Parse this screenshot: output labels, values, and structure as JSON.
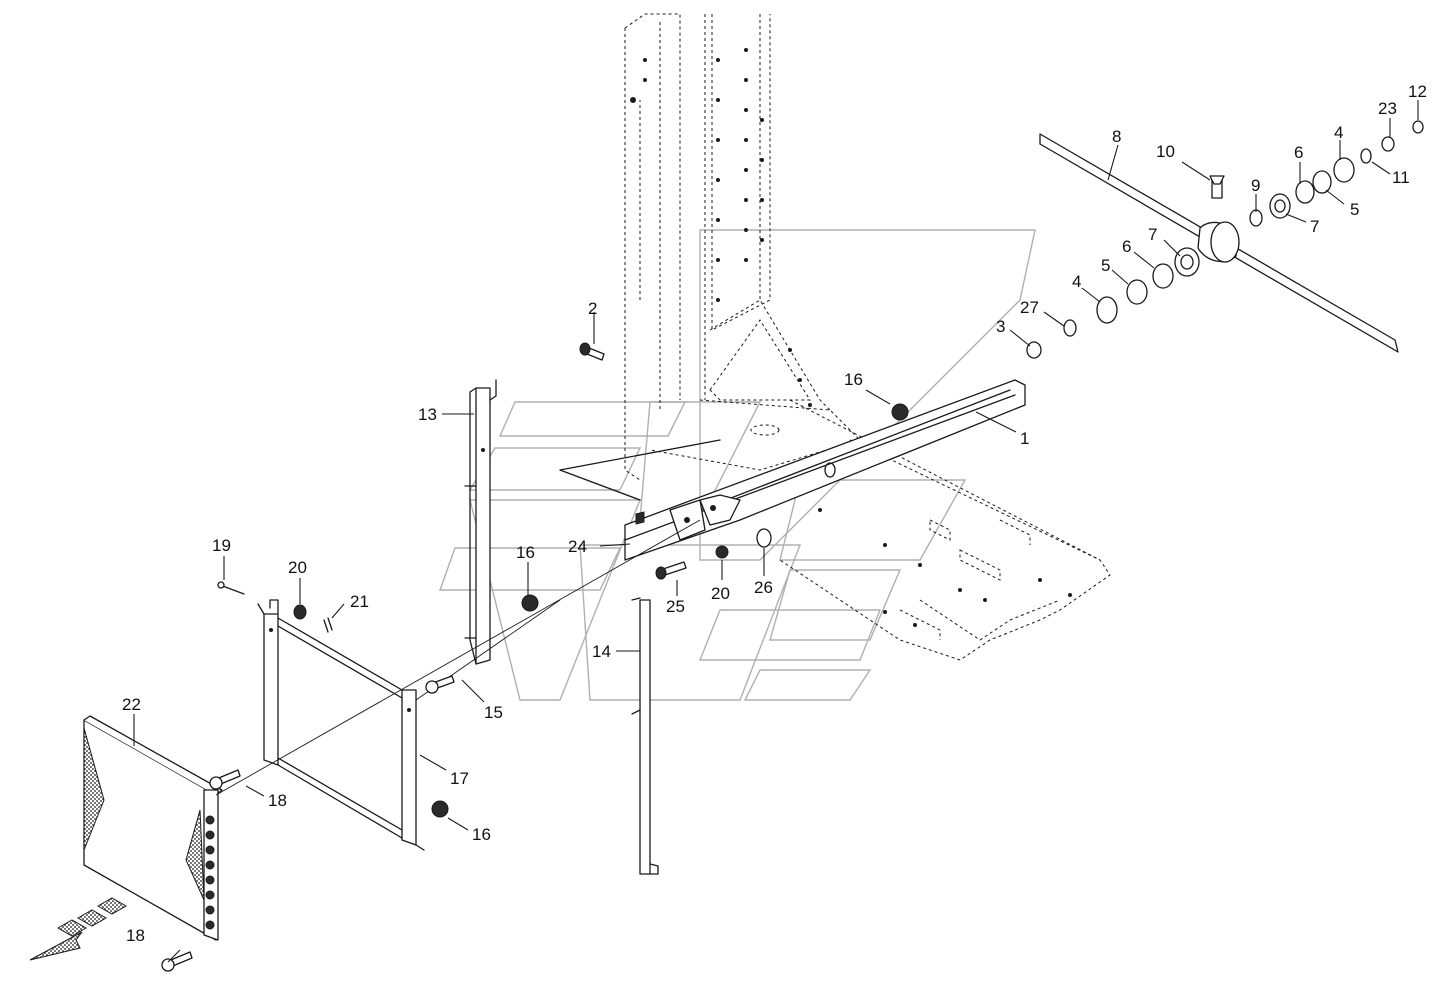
{
  "diagram": {
    "callouts": [
      {
        "id": "c1",
        "text": "1"
      },
      {
        "id": "c2",
        "text": "2"
      },
      {
        "id": "c3",
        "text": "3"
      },
      {
        "id": "c4a",
        "text": "4"
      },
      {
        "id": "c4b",
        "text": "4"
      },
      {
        "id": "c5a",
        "text": "5"
      },
      {
        "id": "c5b",
        "text": "5"
      },
      {
        "id": "c6a",
        "text": "6"
      },
      {
        "id": "c6b",
        "text": "6"
      },
      {
        "id": "c7a",
        "text": "7"
      },
      {
        "id": "c7b",
        "text": "7"
      },
      {
        "id": "c8",
        "text": "8"
      },
      {
        "id": "c9",
        "text": "9"
      },
      {
        "id": "c10",
        "text": "10"
      },
      {
        "id": "c11",
        "text": "11"
      },
      {
        "id": "c12",
        "text": "12"
      },
      {
        "id": "c13",
        "text": "13"
      },
      {
        "id": "c14",
        "text": "14"
      },
      {
        "id": "c15",
        "text": "15"
      },
      {
        "id": "c16a",
        "text": "16"
      },
      {
        "id": "c16b",
        "text": "16"
      },
      {
        "id": "c16c",
        "text": "16"
      },
      {
        "id": "c17",
        "text": "17"
      },
      {
        "id": "c18a",
        "text": "18"
      },
      {
        "id": "c18b",
        "text": "18"
      },
      {
        "id": "c19",
        "text": "19"
      },
      {
        "id": "c20a",
        "text": "20"
      },
      {
        "id": "c20b",
        "text": "20"
      },
      {
        "id": "c21",
        "text": "21"
      },
      {
        "id": "c22",
        "text": "22"
      },
      {
        "id": "c23",
        "text": "23"
      },
      {
        "id": "c24",
        "text": "24"
      },
      {
        "id": "c25",
        "text": "25"
      },
      {
        "id": "c26",
        "text": "26"
      },
      {
        "id": "c27",
        "text": "27"
      }
    ],
    "colors": {
      "line": "#1a1a1a",
      "watermark": "#b0b0b0",
      "background": "#ffffff"
    }
  }
}
